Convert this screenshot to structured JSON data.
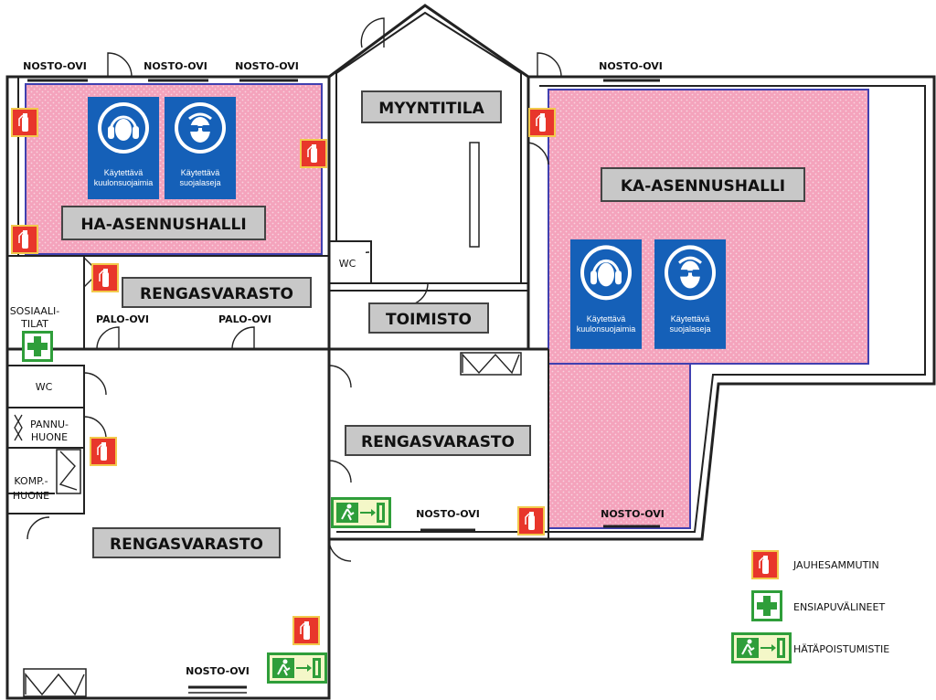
{
  "rooms": {
    "ha_hall": "HA-ASENNUSHALLI",
    "ka_hall": "KA-ASENNUSHALLI",
    "myyntitila": "MYYNTITILA",
    "toimisto": "TOIMISTO",
    "rengasvarasto": "RENGASVARASTO",
    "wc": "WC",
    "sosiaalitilat": [
      "SOSIAALI-",
      "TILAT"
    ],
    "pannuhuone": [
      "PANNU-",
      "HUONE"
    ],
    "kompuhuone": [
      "KOMP.-",
      "HUONE"
    ]
  },
  "doors": {
    "nosto_ovi": "NOSTO-OVI",
    "palo_ovi": "PALO-OVI"
  },
  "signs": {
    "hearing": [
      "Käytettävä",
      "kuulonsuojaimia"
    ],
    "goggles": [
      "Käytettävä",
      "suojalaseja"
    ]
  },
  "legend": {
    "extinguisher": "JAUHESAMMUTIN",
    "first_aid": "ENSIAPUVÄLINEET",
    "exit": "HÄTÄPOISTUMISTIE"
  },
  "colors": {
    "hall_fill": "#f4a3bc",
    "hall_border": "#4040b0",
    "extinguisher_red": "#e8362b",
    "extinguisher_frame": "#f2c94c",
    "safety_blue": "#1560b8",
    "exit_green": "#2f9e3a",
    "label_box": "#c8c8c8"
  }
}
